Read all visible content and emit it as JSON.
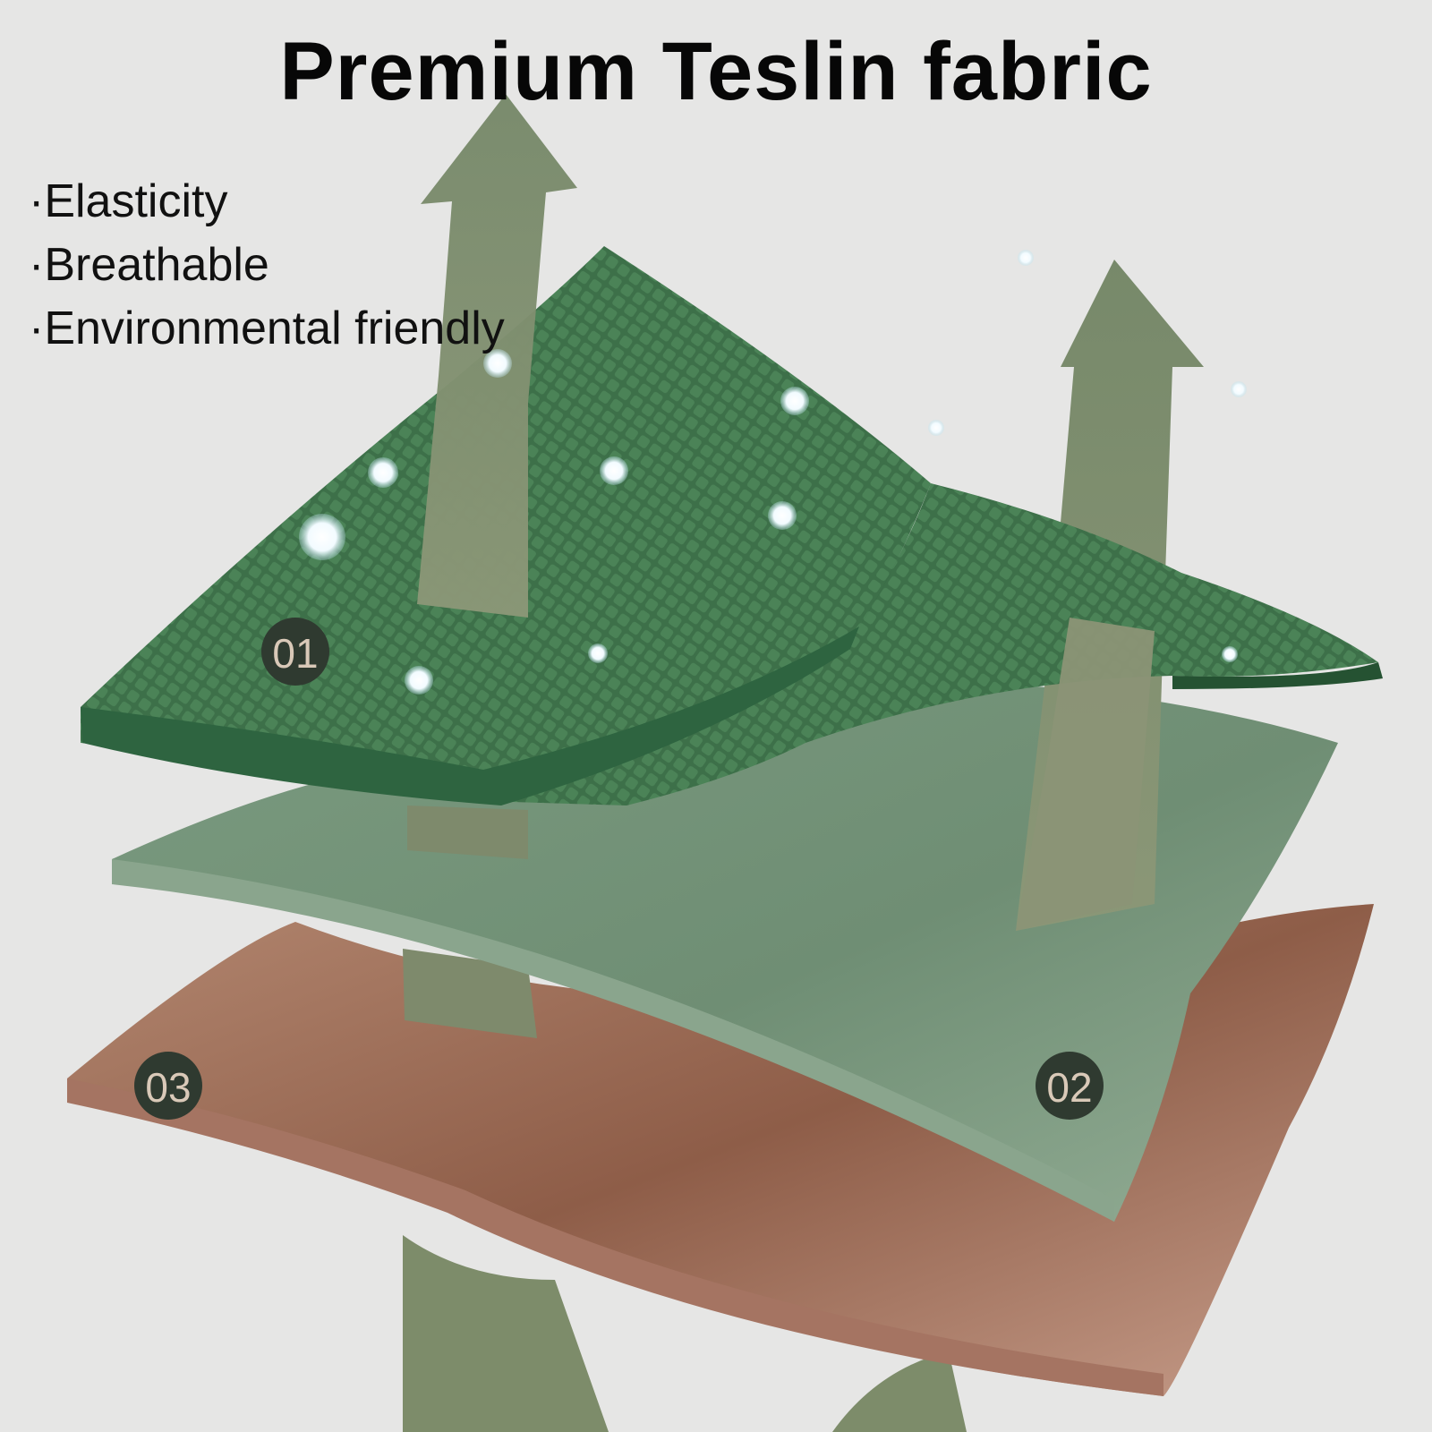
{
  "title": "Premium Teslin fabric",
  "features": [
    "·Elasticity",
    "·Breathable",
    "·Environmental friendly"
  ],
  "layers": [
    {
      "label": "01",
      "color": "#3d7049"
    },
    {
      "label": "02",
      "color": "#7e9e82"
    },
    {
      "label": "03",
      "color": "#c09484"
    }
  ],
  "colors": {
    "background": "#e6e6e5",
    "arrow": "#7b8e6c",
    "badge": "#2f3a30",
    "badge_text": "#d9c9b8",
    "bubble": "#ffffff"
  },
  "icons": [
    "airflow-arrow-icon",
    "air-bubble-icon",
    "layer-number-badge"
  ]
}
